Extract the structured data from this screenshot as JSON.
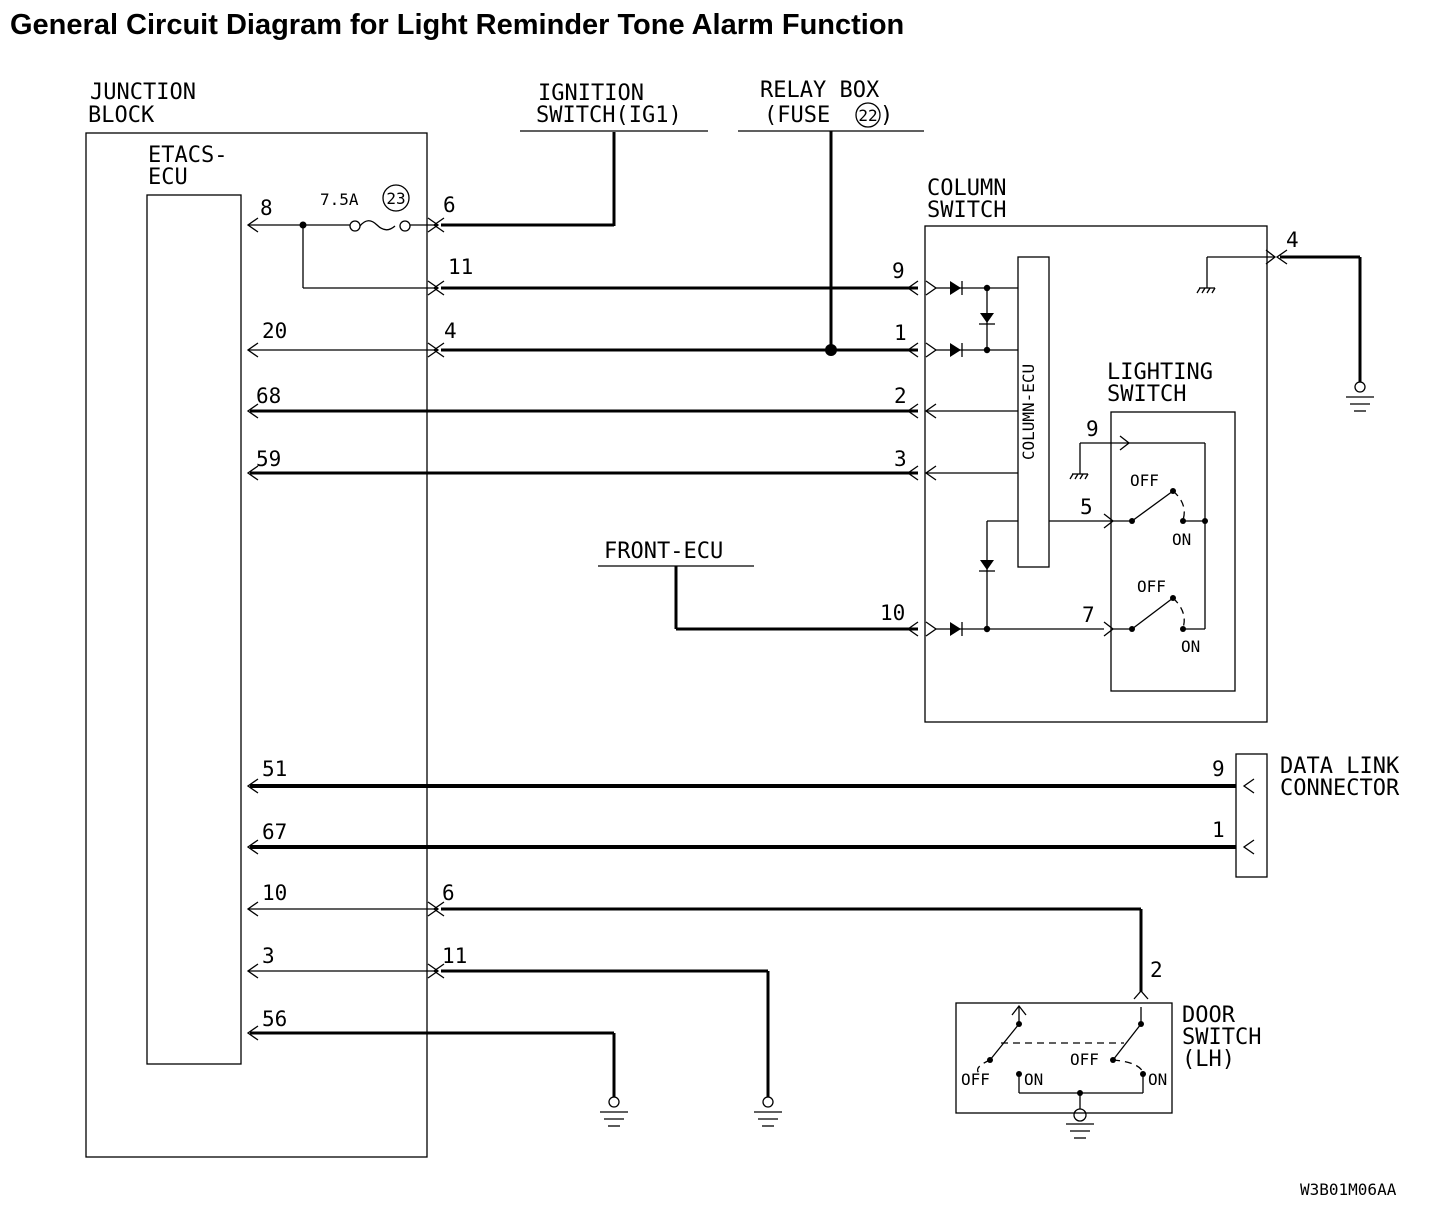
{
  "title": "General Circuit Diagram for Light Reminder Tone Alarm Function",
  "code": "W3B01M06AA",
  "junction_block": {
    "line1": "JUNCTION",
    "line2": "BLOCK"
  },
  "etacs_ecu": {
    "line1": "ETACS-",
    "line2": "ECU"
  },
  "fuse": {
    "rating": "7.5A",
    "number": "23"
  },
  "ignition_switch": {
    "line1": "IGNITION",
    "line2": "SWITCH(IG1)"
  },
  "relay_box": {
    "line1": "RELAY BOX",
    "line2_prefix": "(FUSE",
    "fuse_number": "22",
    "line2_suffix": ")"
  },
  "column_switch": {
    "line1": "COLUMN",
    "line2": "SWITCH",
    "ecu_label": "COLUMN-ECU"
  },
  "lighting_switch": {
    "line1": "LIGHTING",
    "line2": "SWITCH"
  },
  "front_ecu": {
    "label": "FRONT-ECU"
  },
  "data_link_connector": {
    "line1": "DATA LINK",
    "line2": "CONNECTOR"
  },
  "door_switch": {
    "line1": "DOOR",
    "line2": "SWITCH",
    "line3": "(LH)"
  },
  "switch_states": {
    "off": "OFF",
    "on": "ON"
  },
  "pins": {
    "etacs_fuse_in": "8",
    "jb_fuse_out": "6",
    "jb_out_11": "11",
    "etacs_20": "20",
    "jb_out_4": "4",
    "etacs_68": "68",
    "etacs_59": "59",
    "etacs_51": "51",
    "etacs_67": "67",
    "etacs_10": "10",
    "jb_out_6b": "6",
    "etacs_3": "3",
    "jb_out_11b": "11",
    "etacs_56": "56",
    "col_9": "9",
    "col_1": "1",
    "col_2": "2",
    "col_3": "3",
    "col_10": "10",
    "col_4": "4",
    "ls_9": "9",
    "ls_5": "5",
    "ls_7": "7",
    "dlc_9": "9",
    "dlc_1": "1",
    "door_2": "2"
  }
}
